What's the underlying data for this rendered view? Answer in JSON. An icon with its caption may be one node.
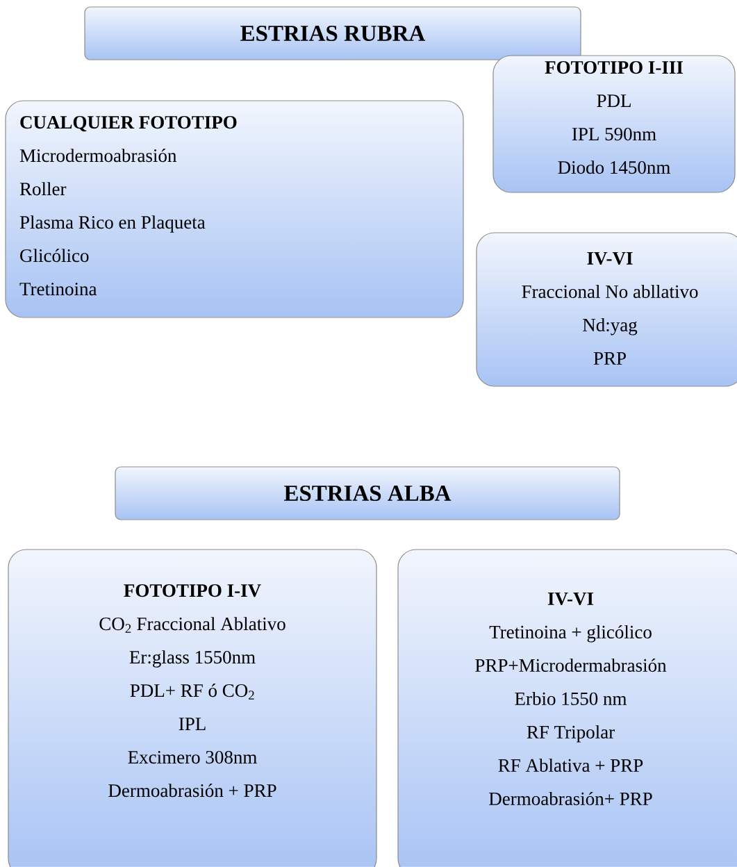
{
  "diagram": {
    "nodes": [
      {
        "text": [
          "ESTRIAS RUBRA"
        ]
      },
      {
        "text": [
          "FOTOTIPO I-III",
          "PDL",
          "IPL 590nm",
          "Diodo 1450nm"
        ]
      },
      {
        "text": [
          "CUALQUIER FOTOTIPO",
          "Microdermoabrasión",
          "Roller",
          "Plasma Rico en Plaqueta",
          "Glicólico",
          "Tretinoina"
        ]
      },
      {
        "text": [
          "IV-VI",
          "Fraccional No abllativo",
          "Nd:yag",
          "PRP"
        ]
      },
      {
        "text": [
          "ESTRIAS ALBA"
        ]
      },
      {
        "text": [
          "FOTOTIPO  I-IV",
          "CO$_{2}$ Fraccional Ablativo",
          "Er:glass 1550nm",
          "PDL+ RF ó CO$_{2}$",
          "IPL",
          "Excimero 308nm",
          "Dermoabrasión + PRP"
        ]
      },
      {
        "text": [
          "IV-VI",
          "Tretinoina + glicólico",
          "PRP+Microdermabrasión",
          "Erbio 1550 nm",
          "RF Tripolar",
          "RF Ablativa + PRP",
          "Dermoabrasión+ PRP"
        ]
      }
    ]
  }
}
